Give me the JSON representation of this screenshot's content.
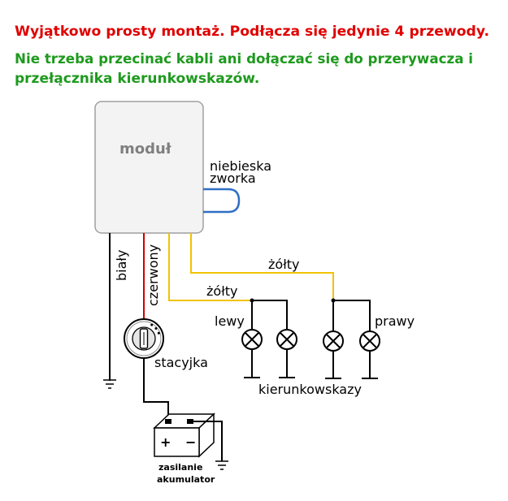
{
  "header": {
    "title": "Wyjątkowo prosty montaż. Podłącza się jedynie 4 przewody.",
    "subtitle_line1": "Nie trzeba przecinać kabli ani dołączać się do przerywacza i",
    "subtitle_line2": "przełącznika kierunkowskazów."
  },
  "module": {
    "label": "moduł"
  },
  "jumper": {
    "label_line1": "niebieska",
    "label_line2": "zworka"
  },
  "wires": {
    "white_label": "biały",
    "red_label": "czerwony",
    "yellow_left_label": "żółty",
    "yellow_right_label": "żółty"
  },
  "ignition": {
    "label": "stacyjka"
  },
  "indicators": {
    "left_label": "lewy",
    "right_label": "prawy",
    "group_label": "kierunkowskazy"
  },
  "battery": {
    "plus": "+",
    "minus": "−",
    "label_line1": "zasilanie",
    "label_line2": "akumulator"
  },
  "colors": {
    "title": "#e00000",
    "subtitle": "#1e9a1e",
    "module_label": "#7f7f7f",
    "jumper": "#2f6fc4",
    "wire_red": "#d00000",
    "wire_yellow": "#f2c200"
  }
}
